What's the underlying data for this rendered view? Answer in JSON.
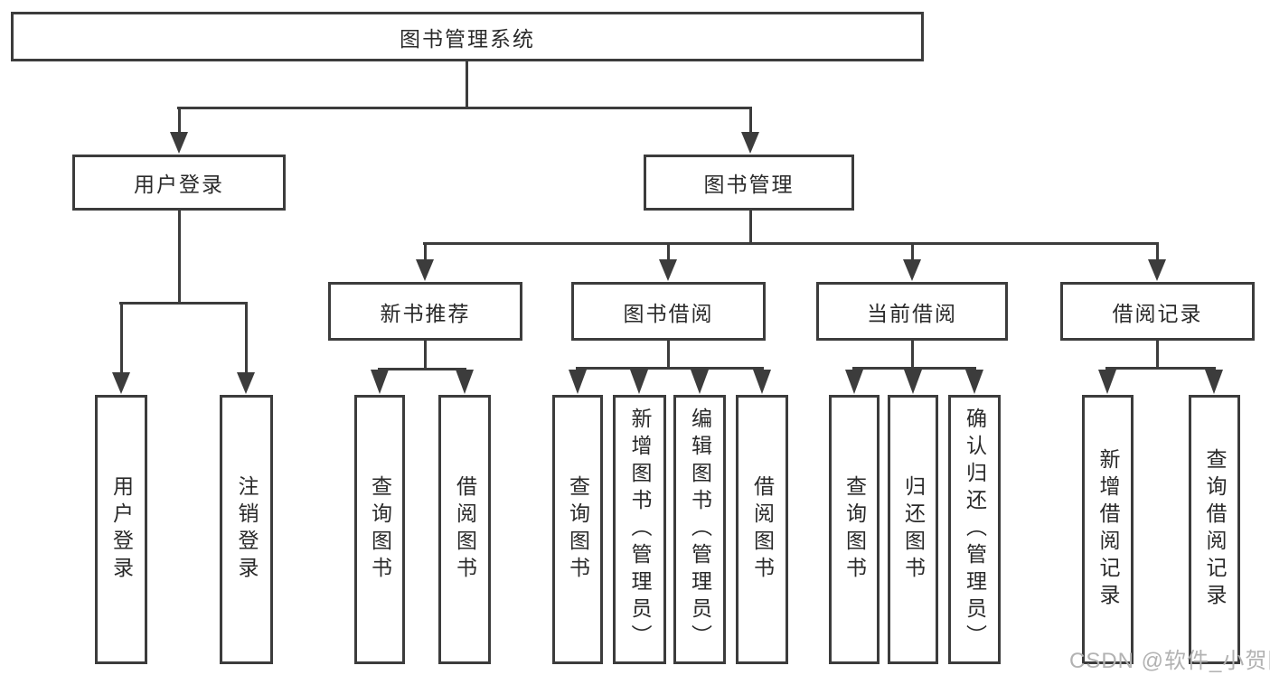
{
  "style": {
    "line_color": "#3c3c3c",
    "text_color": "#2a2a2a",
    "box_background": "#ffffff",
    "page_background": "#ffffff",
    "watermark_color": "#b2b2b2"
  },
  "watermark": {
    "text": "CSDN @软件_小贺同学"
  },
  "tree": {
    "root": {
      "label": "图书管理系统"
    },
    "login": {
      "label": "用户登录",
      "children": [
        {
          "label": "用户登录"
        },
        {
          "label": "注销登录"
        }
      ]
    },
    "management": {
      "label": "图书管理",
      "sections": [
        {
          "label": "新书推荐",
          "children": [
            {
              "label": "查询图书"
            },
            {
              "label": "借阅图书"
            }
          ]
        },
        {
          "label": "图书借阅",
          "children": [
            {
              "label": "查询图书"
            },
            {
              "label": "新增图书（管理员）"
            },
            {
              "label": "编辑图书（管理员）"
            },
            {
              "label": "借阅图书"
            }
          ]
        },
        {
          "label": "当前借阅",
          "children": [
            {
              "label": "查询图书"
            },
            {
              "label": "归还图书"
            },
            {
              "label": "确认归还（管理员）"
            }
          ]
        },
        {
          "label": "借阅记录",
          "children": [
            {
              "label": "新增借阅记录"
            },
            {
              "label": "查询借阅记录"
            }
          ]
        }
      ]
    }
  }
}
